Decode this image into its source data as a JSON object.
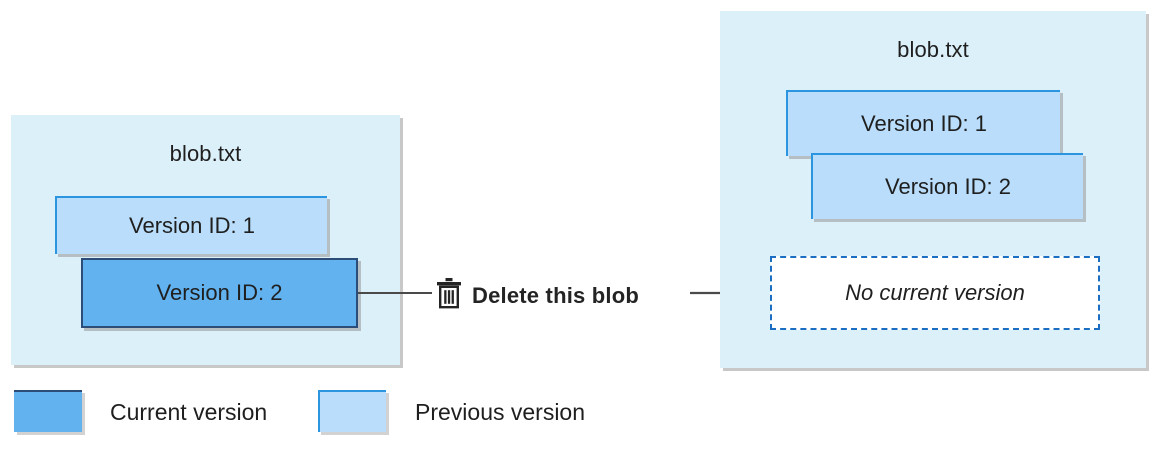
{
  "diagram": {
    "title_text": "blob.txt",
    "colors": {
      "container_fill": "#dcf0fa",
      "current_version_fill": "#61b2ef",
      "current_version_border": "#2b4d78",
      "previous_version_fill": "#b9ddfa",
      "previous_version_border": "#2b95e0",
      "dashed_border": "#1b6ec2",
      "connector": "#4a4a4a",
      "text": "#1f1f1f"
    },
    "before": {
      "container_label": "blob.txt",
      "versions": [
        {
          "label": "Version ID: 1",
          "state": "previous"
        },
        {
          "label": "Version ID: 2",
          "state": "current"
        }
      ]
    },
    "action": {
      "label": "Delete this blob",
      "icon": "trash-icon"
    },
    "after": {
      "container_label": "blob.txt",
      "versions": [
        {
          "label": "Version ID: 1",
          "state": "previous"
        },
        {
          "label": "Version ID: 2",
          "state": "previous"
        }
      ],
      "no_current_version_label": "No current version"
    },
    "legend": [
      {
        "label": "Current version",
        "swatch": "current"
      },
      {
        "label": "Previous version",
        "swatch": "previous"
      }
    ]
  }
}
